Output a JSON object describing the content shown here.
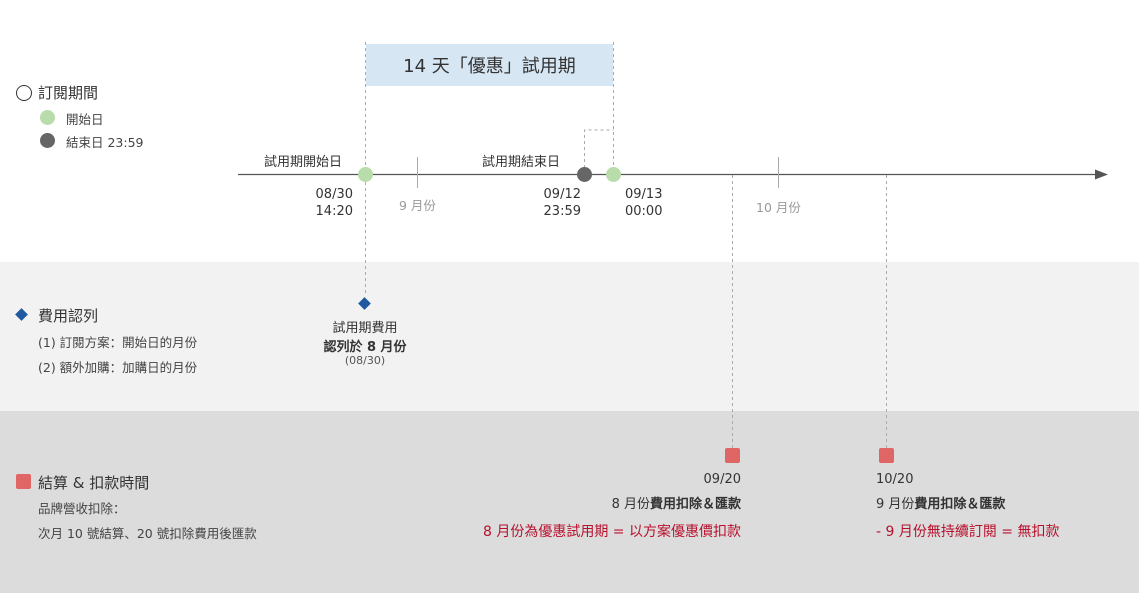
{
  "trial_label": "14 天「優惠」試用期",
  "legend": {
    "subscription_period": "訂閱期間",
    "start_date": "開始日",
    "end_date": "結束日 23:59",
    "colors": {
      "start": "#b9dcab",
      "end": "#666666"
    }
  },
  "timeline": {
    "trial_start_label": "試用期開始日",
    "trial_end_label": "試用期結束日",
    "start_date": "08/30",
    "start_time": "14:20",
    "end_date": "09/12",
    "end_time": "23:59",
    "next_date": "09/13",
    "next_time": "00:00",
    "month_sep": "9 月份",
    "month_oct": "10 月份"
  },
  "recognition": {
    "title": "費用認列",
    "item1": "(1) 訂閱方案：開始日的月份",
    "item2": "(2) 額外加購：加購日的月份",
    "note_line1": "試用期費用",
    "note_line2": "認列於 8 月份",
    "note_line3": "(08/30)",
    "marker_color": "#1f5aa0"
  },
  "settlement": {
    "title": "結算 & 扣款時間",
    "line1": "品牌營收扣除：",
    "line2": "次月 10 號結算、20 號扣除費用後匯款",
    "marker_color": "#e06666",
    "event1": {
      "date": "09/20",
      "month": "8 月份",
      "action": "費用扣除＆匯款",
      "note": "8 月份為優惠試用期 = 以方案優惠價扣款"
    },
    "event2": {
      "date": "10/20",
      "month": "9 月份",
      "action": "費用扣除＆匯款",
      "note": "- 9 月份無持續訂閱 = 無扣款"
    },
    "note_color": "#b8112d"
  }
}
